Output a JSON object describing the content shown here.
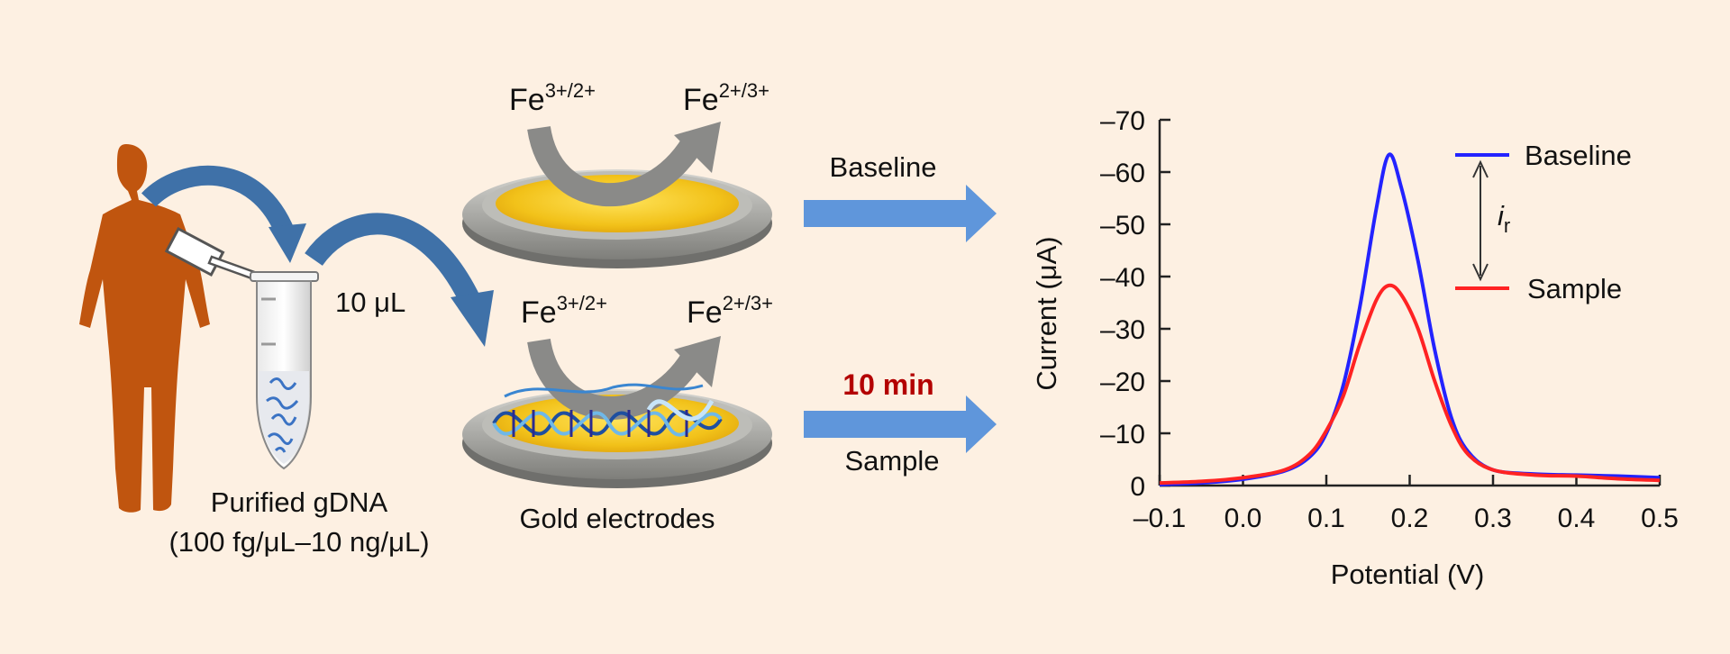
{
  "colors": {
    "background": "#fdf0e2",
    "person": "#c0550f",
    "arrow_curve": "#3f71a8",
    "arrow_flow": "#5f96db",
    "gold": "#f2c21a",
    "electrode_rim": "#9a9a96",
    "redox_arrow": "#8a8a88",
    "dna": "#1f4fa0",
    "baseline": "#2323ff",
    "sample": "#ff2323",
    "time_label": "#b30000"
  },
  "labels": {
    "volume": "10 μL",
    "gdna_line1": "Purified gDNA",
    "gdna_line2": "(100 fg/μL–10 ng/μL)",
    "electrodes": "Gold electrodes",
    "fe_a_base": "Fe",
    "fe_a_sup": "3+/2+",
    "fe_b_base": "Fe",
    "fe_b_sup": "2+/3+",
    "baseline": "Baseline",
    "sample": "Sample",
    "time": "10 min"
  },
  "chart_data": {
    "type": "line",
    "xlabel": "Potential (V)",
    "ylabel": "Current (μA)",
    "xlim": [
      -0.1,
      0.5
    ],
    "ylim": [
      0,
      -70
    ],
    "x_ticks": [
      "–0.1",
      "0.0",
      "0.1",
      "0.2",
      "0.3",
      "0.4",
      "0.5"
    ],
    "y_ticks": [
      "0",
      "–10",
      "–20",
      "–30",
      "–40",
      "–50",
      "–60",
      "–70"
    ],
    "legend": [
      "Baseline",
      "Sample"
    ],
    "annotation_base": "i",
    "annotation_sub": "r",
    "series": [
      {
        "name": "Baseline",
        "x": [
          -0.1,
          -0.05,
          0.0,
          0.05,
          0.08,
          0.1,
          0.12,
          0.14,
          0.16,
          0.175,
          0.19,
          0.21,
          0.23,
          0.25,
          0.27,
          0.3,
          0.35,
          0.4,
          0.45,
          0.5
        ],
        "y": [
          -0.2,
          -0.5,
          -1.2,
          -2.8,
          -5.5,
          -10.0,
          -19.0,
          -34.0,
          -53.0,
          -63.3,
          -57.0,
          -43.0,
          -26.0,
          -13.0,
          -6.5,
          -3.0,
          -2.2,
          -2.0,
          -1.8,
          -1.5
        ]
      },
      {
        "name": "Sample",
        "x": [
          -0.1,
          -0.05,
          0.0,
          0.05,
          0.08,
          0.1,
          0.12,
          0.14,
          0.16,
          0.175,
          0.19,
          0.21,
          0.23,
          0.25,
          0.27,
          0.3,
          0.35,
          0.4,
          0.45,
          0.5
        ],
        "y": [
          -0.5,
          -0.8,
          -1.5,
          -3.0,
          -6.0,
          -10.5,
          -17.0,
          -27.0,
          -35.5,
          -38.3,
          -36.5,
          -30.0,
          -20.0,
          -11.5,
          -6.0,
          -3.0,
          -2.0,
          -1.8,
          -1.3,
          -1.0
        ]
      }
    ]
  }
}
